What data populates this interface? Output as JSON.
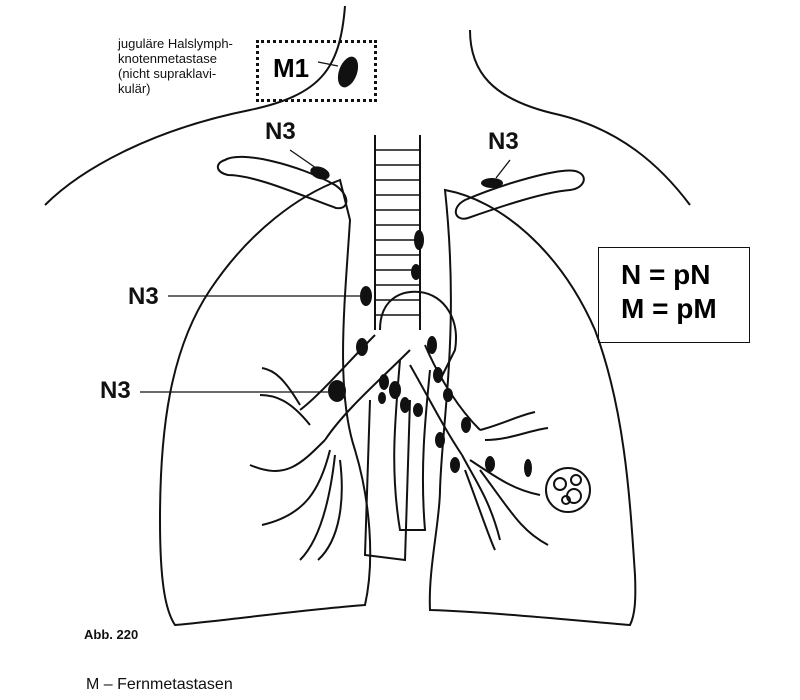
{
  "annotation": {
    "lines": [
      "juguläre Halslymph-",
      "knotenmetastase",
      "(nicht supraklavi-",
      "kulär)"
    ]
  },
  "labels": {
    "m1": "M1",
    "n3_left_clavicle": "N3",
    "n3_right_clavicle": "N3",
    "n3_trachea": "N3",
    "n3_bronchus": "N3"
  },
  "legend": {
    "line1": "N = pN",
    "line2": "M = pM"
  },
  "figure_number": "Abb. 220",
  "caption": "M – Fernmetastasen",
  "colors": {
    "ink": "#111111",
    "background": "#ffffff"
  }
}
